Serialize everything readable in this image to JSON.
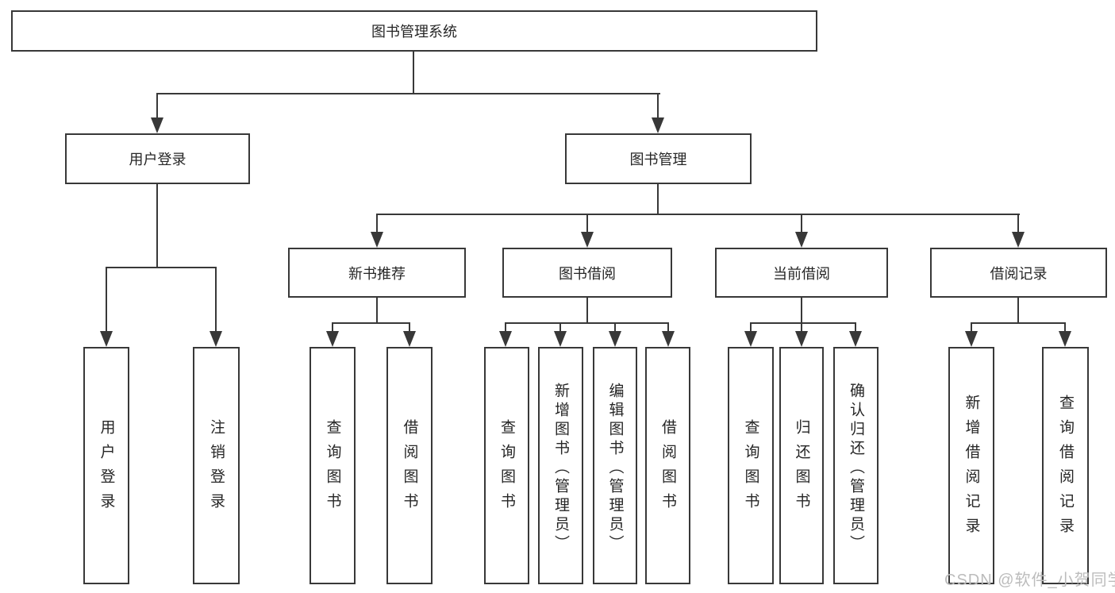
{
  "diagram": {
    "title": "图书管理系统",
    "level2": [
      {
        "label": "用户登录",
        "children": [
          "用户登录",
          "注销登录"
        ]
      },
      {
        "label": "图书管理",
        "groups": [
          {
            "label": "新书推荐",
            "children": [
              "查询图书",
              "借阅图书"
            ]
          },
          {
            "label": "图书借阅",
            "children": [
              "查询图书",
              "新增图书（管理员）",
              "编辑图书（管理员）",
              "借阅图书"
            ]
          },
          {
            "label": "当前借阅",
            "children": [
              "查询图书",
              "归还图书",
              "确认归还（管理员）"
            ]
          },
          {
            "label": "借阅记录",
            "children": [
              "新增借阅记录",
              "查询借阅记录"
            ]
          }
        ]
      }
    ],
    "watermark": "CSDN @软件_小贺同学",
    "colors": {
      "line": "#383838",
      "text": "#262626",
      "watermark": "#bcbcbc",
      "background": "#ffffff"
    }
  }
}
